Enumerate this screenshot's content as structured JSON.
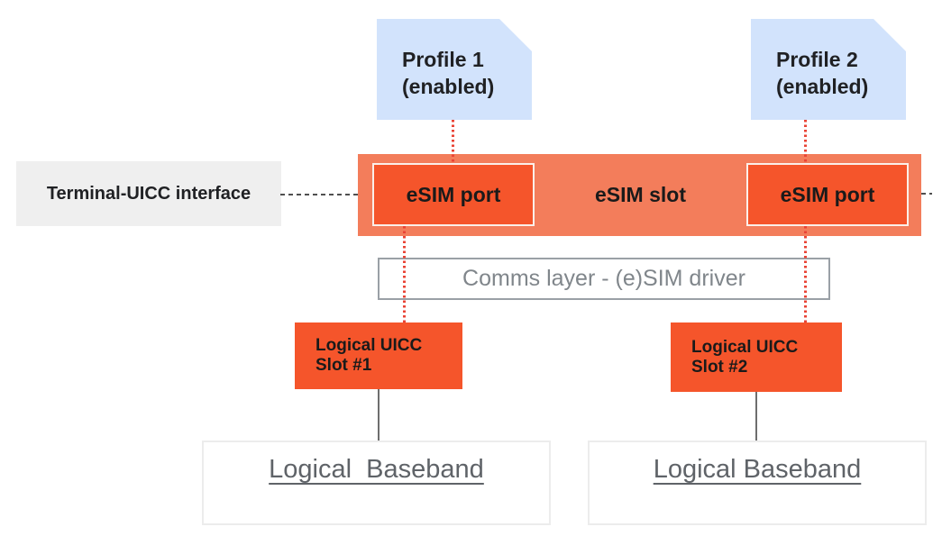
{
  "diagram": {
    "profiles": [
      {
        "name": "Profile 1",
        "status": "(enabled)"
      },
      {
        "name": "Profile 2",
        "status": "(enabled)"
      }
    ],
    "terminal_interface": {
      "label": "Terminal-UICC interface"
    },
    "esim_slot": {
      "label": "eSIM slot",
      "ports": [
        {
          "label": "eSIM port"
        },
        {
          "label": "eSIM port"
        }
      ]
    },
    "comms_layer": {
      "label": "Comms layer - (e)SIM driver"
    },
    "logical_uicc_slots": [
      {
        "line1": "Logical UICC",
        "line2": "Slot #1"
      },
      {
        "line1": "Logical UICC",
        "line2": "Slot #2"
      }
    ],
    "logical_basebands": [
      {
        "label": "Logical  Baseband"
      },
      {
        "label": "Logical Baseband"
      }
    ],
    "colors": {
      "profile_blue": "#D2E3FC",
      "slot_salmon": "#F37D5B",
      "port_orange": "#F5552B",
      "port_border": "#FBEFE9",
      "terminal_gray_bg": "#EFEFEF",
      "comms_border": "#9AA0A6",
      "comms_text": "#80868B",
      "baseband_border": "#ECECEC",
      "baseband_text": "#5F6368",
      "red_dotted_connector": "#E94335",
      "gray_dashed_connector": "#4F4F4F",
      "gray_solid_connector": "#6E6E6E",
      "text_black": "#202124"
    }
  }
}
